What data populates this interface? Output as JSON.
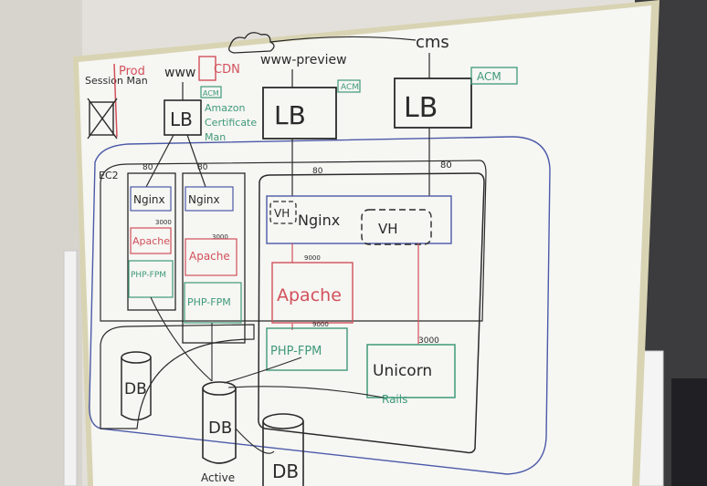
{
  "colors": {
    "wall": "#e4e1dc",
    "board": "#f6f6f3",
    "frame": "#d8d3b2",
    "black_marker": "#2a2a2a",
    "red_marker": "#d2505a",
    "green_marker": "#3f9a78",
    "blue_marker": "#4b5aa8"
  },
  "whiteboard": {
    "top_left": {
      "session_label": "Session Man",
      "prod_label": "Prod"
    },
    "domains": {
      "www": "www",
      "cdn": "CDN",
      "preview": "www-preview",
      "cms": "cms"
    },
    "load_balancers": [
      {
        "label": "LB",
        "acm": "ACM"
      },
      {
        "label": "LB",
        "acm": "ACM"
      },
      {
        "label": "LB",
        "acm": "ACM"
      }
    ],
    "cert_note": [
      "Amazon",
      "Certificate",
      "Man"
    ],
    "ec2_label": "EC2",
    "ports": {
      "p80_a": "80",
      "p80_b": "80",
      "p80_c": "80",
      "p80_d": "80",
      "p3000_a": "3000",
      "p3000_b": "3000",
      "p3000_c": "3000",
      "p9000_a": "9000",
      "p9000_b": "9000"
    },
    "servers": {
      "nginx_a": "Nginx",
      "nginx_b": "Nginx",
      "nginx_main": "Nginx",
      "vh_a": "VH",
      "vh_b": "VH",
      "apache_a": "Apache",
      "apache_b": "Apache",
      "apache_main": "Apache",
      "phpfpm_a": "PHP-FPM",
      "phpfpm_b": "PHP-FPM",
      "phpfpm_main": "PHP-FPM",
      "unicorn": "Unicorn",
      "rails": "Rails"
    },
    "databases": {
      "db_left": "DB",
      "db_active": "DB",
      "db_right": "DB",
      "active_label": "Active"
    }
  }
}
